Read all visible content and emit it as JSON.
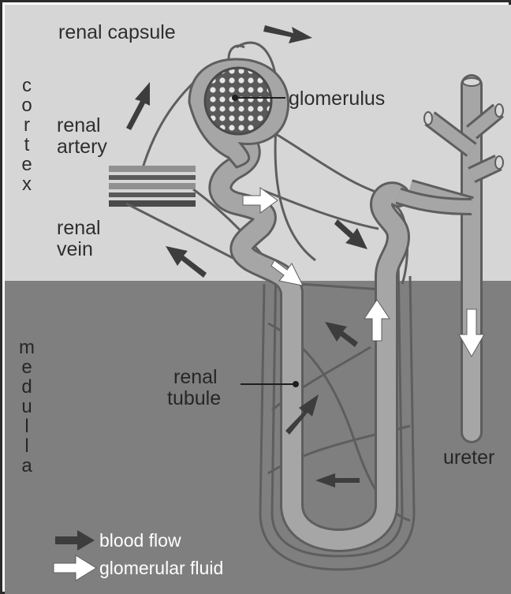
{
  "labels": {
    "renal_capsule": "renal capsule",
    "glomerulus": "glomerulus",
    "renal_artery_1": "renal",
    "renal_artery_2": "artery",
    "renal_vein_1": "renal",
    "renal_vein_2": "vein",
    "renal_tubule_1": "renal",
    "renal_tubule_2": "tubule",
    "ureter": "ureter"
  },
  "regions": {
    "cortex_letters": [
      "c",
      "o",
      "r",
      "t",
      "e",
      "x"
    ],
    "medulla_letters": [
      "m",
      "e",
      "d",
      "u",
      "l",
      "l",
      "a"
    ]
  },
  "legend": {
    "blood_flow": "blood flow",
    "glomerular_fluid": "glomerular fluid"
  },
  "colors": {
    "cortex": "#d6d6d6",
    "medulla": "#7f7f7f",
    "tubule": "#a6a6a6",
    "vessel": "#5e5e5e",
    "blood_arrow": "#3d3d3d",
    "fluid_arrow": "#ffffff"
  }
}
